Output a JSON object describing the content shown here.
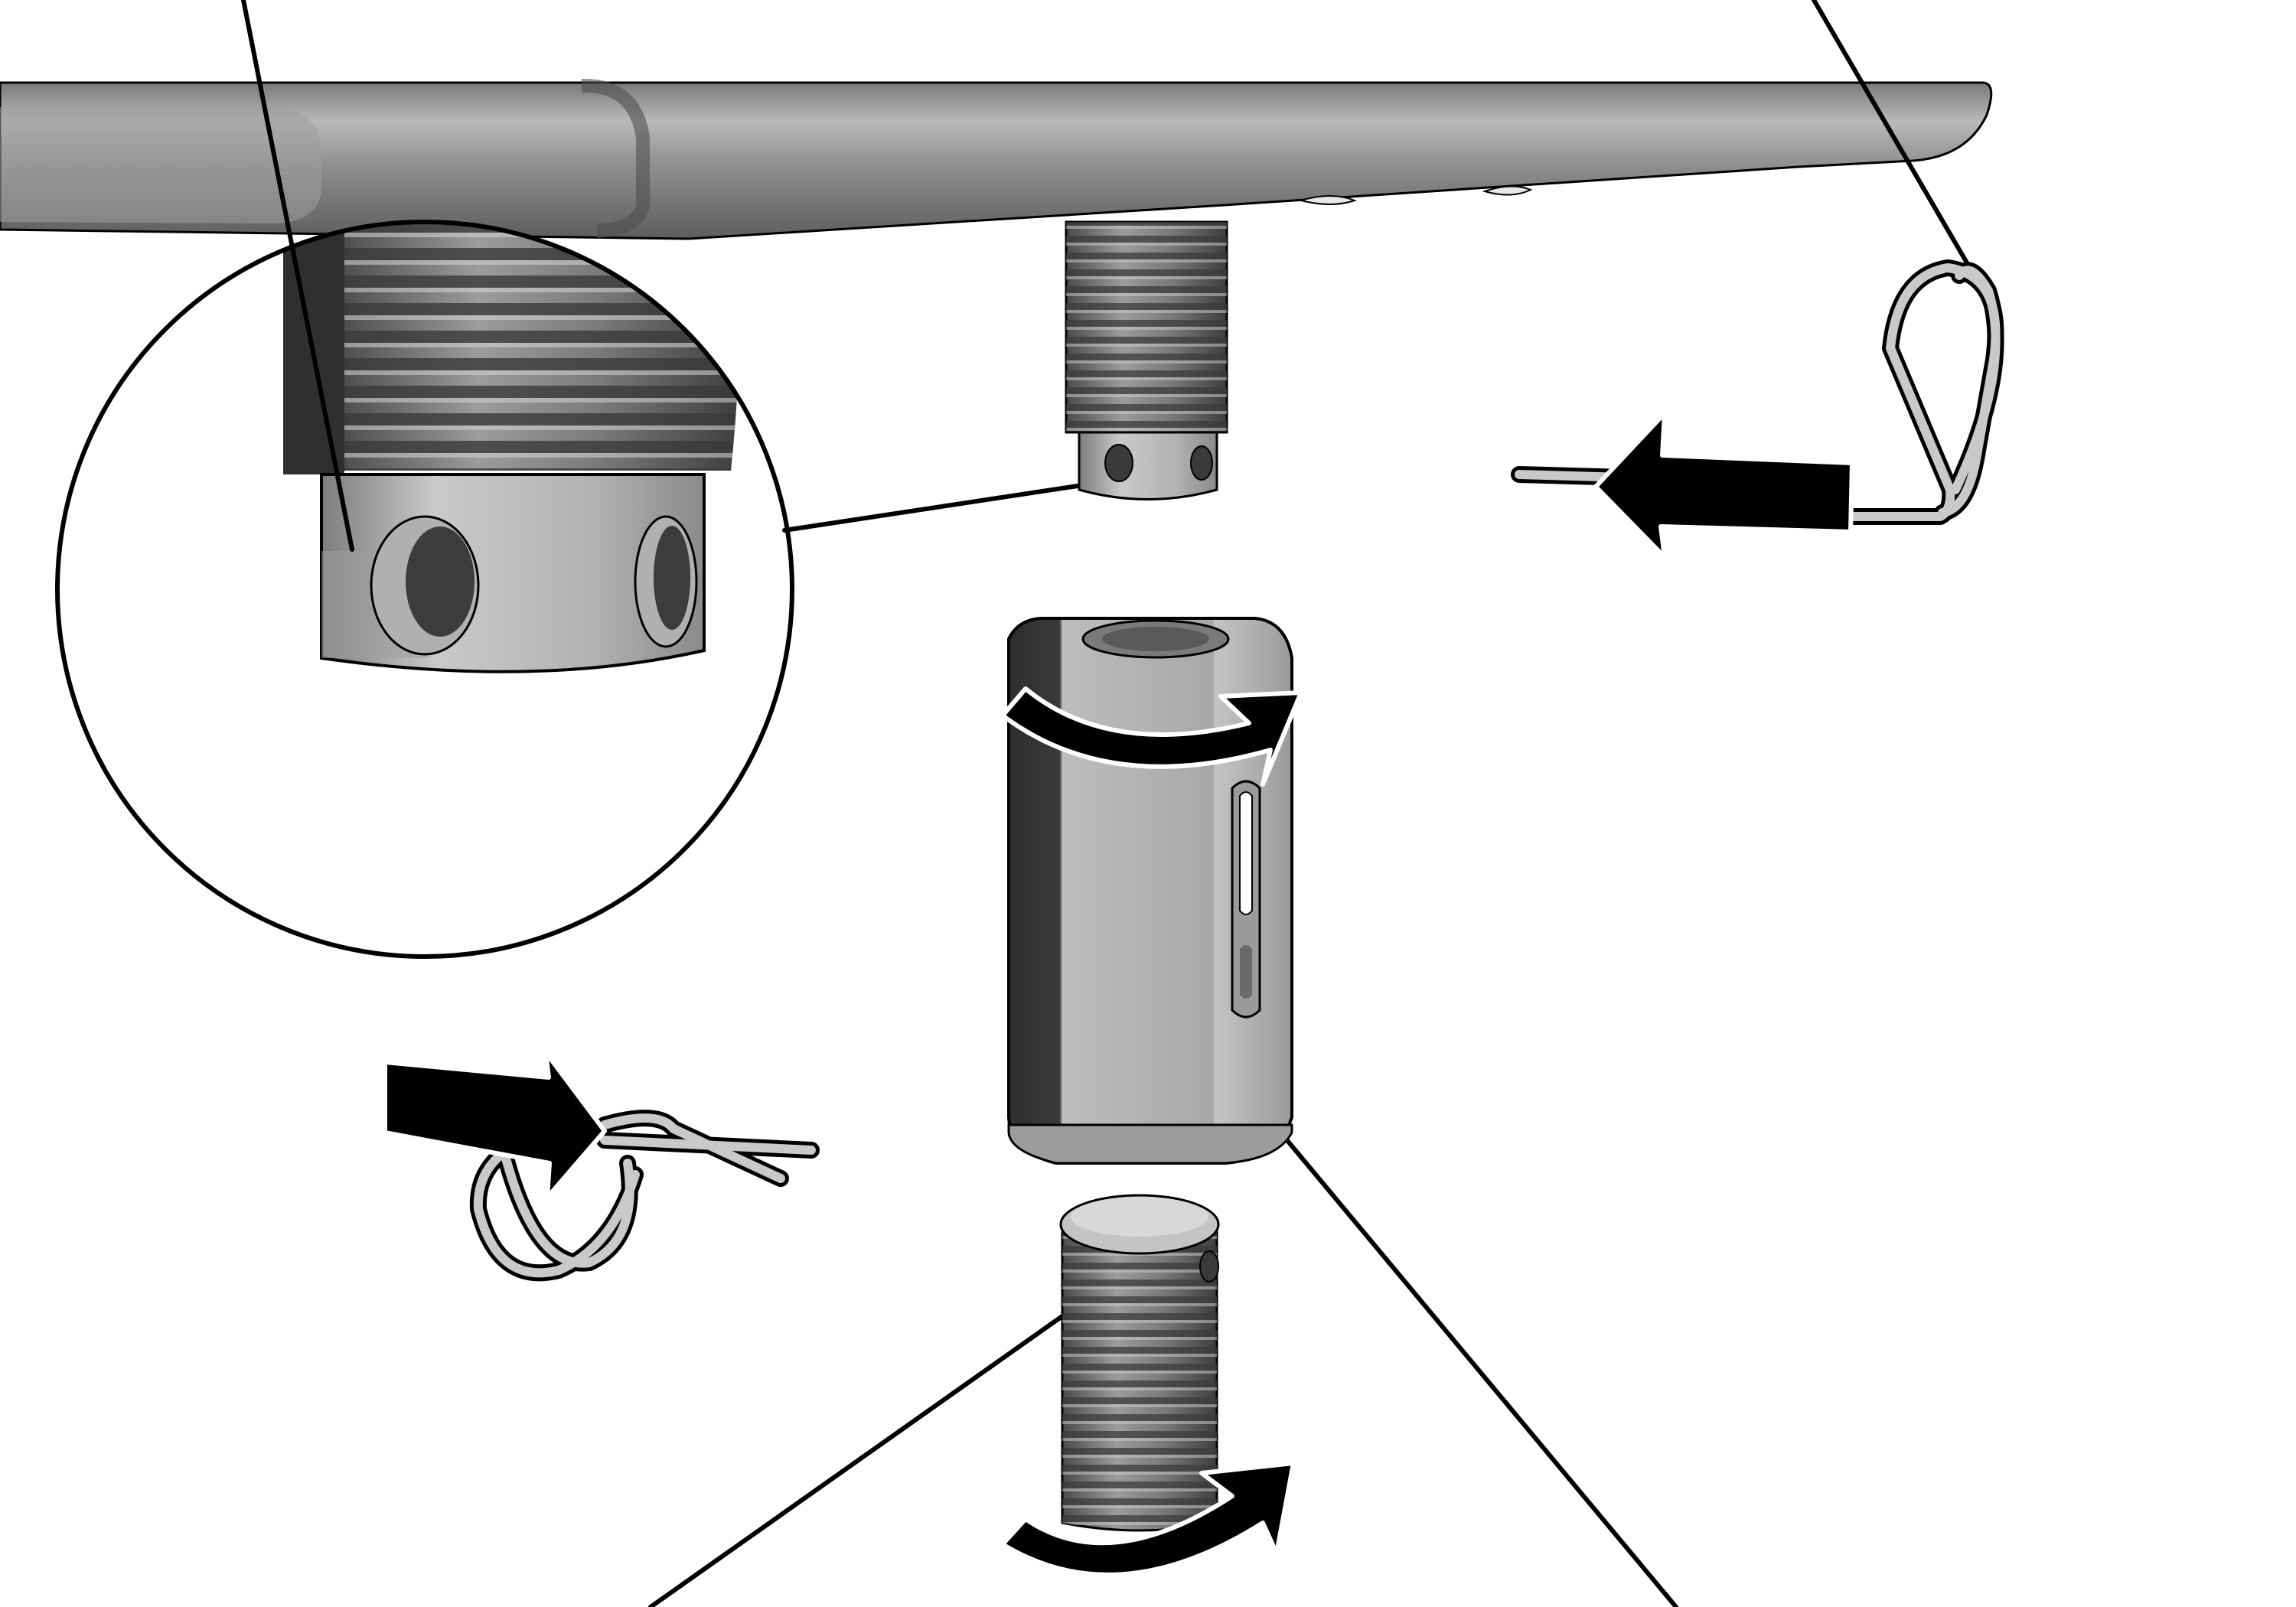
{
  "figure": {
    "kind": "exploded assembly illustration",
    "parts": [
      {
        "id": "rod-body",
        "icon": "threaded-rod-icon"
      },
      {
        "id": "upper-threaded-stud",
        "icon": "threaded-stud-icon"
      },
      {
        "id": "hex-coupler",
        "icon": "hex-coupler-icon"
      },
      {
        "id": "lower-threaded-stud",
        "icon": "threaded-stud-icon"
      },
      {
        "id": "hairpin-clip-right",
        "icon": "hairpin-clip-icon"
      },
      {
        "id": "hairpin-clip-left",
        "icon": "hairpin-clip-icon"
      },
      {
        "id": "detail-magnifier",
        "icon": "magnifier-circle-icon"
      }
    ],
    "arrows": [
      {
        "id": "insert-clip-right-arrow",
        "direction": "left"
      },
      {
        "id": "insert-clip-left-arrow",
        "direction": "right"
      },
      {
        "id": "rotate-coupler-arrow",
        "direction": "clockwise"
      },
      {
        "id": "rotate-stud-arrow",
        "direction": "clockwise"
      }
    ],
    "leader_lines": 5,
    "colors": {
      "background": "#ffffff",
      "outline": "#000000",
      "dark_grey": "#5a5a5a",
      "mid_grey": "#9a9a9a",
      "light_grey": "#c8c8c8",
      "metal_highlight": "#e6e6e6"
    }
  }
}
